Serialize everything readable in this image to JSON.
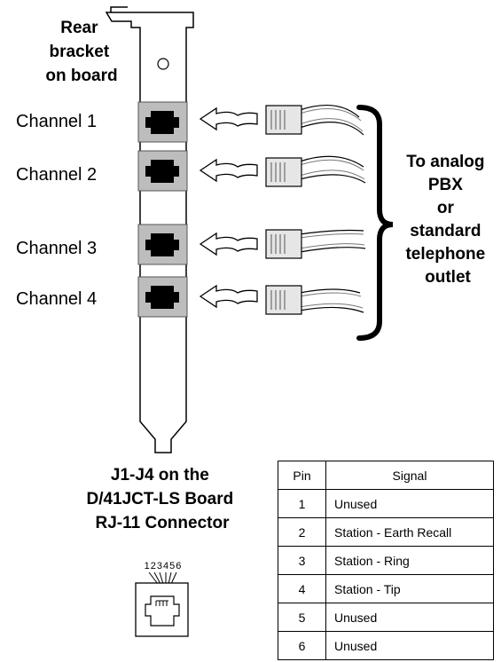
{
  "bracket": {
    "label_lines": [
      "Rear",
      "bracket",
      "on board"
    ]
  },
  "channels": [
    {
      "label": "Channel 1"
    },
    {
      "label": "Channel 2"
    },
    {
      "label": "Channel 3"
    },
    {
      "label": "Channel 4"
    }
  ],
  "destination": {
    "label_lines": [
      "To analog",
      "PBX",
      "or",
      "standard",
      "telephone",
      "outlet"
    ]
  },
  "connector": {
    "title_lines": [
      "J1-J4 on the",
      "D/41JCT-LS Board",
      "RJ-11 Connector"
    ],
    "pin_numbers": "123456"
  },
  "pin_table": {
    "headers": {
      "pin": "Pin",
      "signal": "Signal"
    },
    "rows": [
      {
        "pin": "1",
        "signal": "Unused"
      },
      {
        "pin": "2",
        "signal": "Station - Earth Recall"
      },
      {
        "pin": "3",
        "signal": "Station - Ring"
      },
      {
        "pin": "4",
        "signal": "Station - Tip"
      },
      {
        "pin": "5",
        "signal": "Unused"
      },
      {
        "pin": "6",
        "signal": "Unused"
      }
    ]
  }
}
